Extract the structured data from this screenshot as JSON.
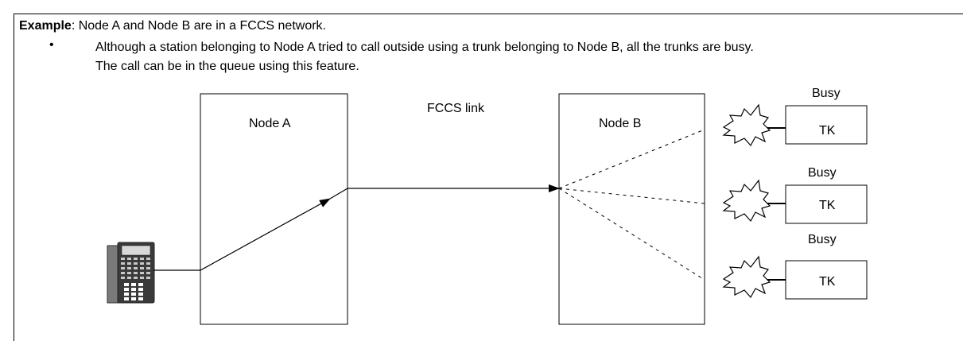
{
  "example": {
    "label": "Example",
    "text": ": Node A and Node B are in a FCCS network.",
    "bullet": "•",
    "bullet_line1": "Although a station belonging to Node A tried to call outside using a trunk belonging to Node B, all the trunks are busy.",
    "bullet_line2": "The call can be in the queue using this feature."
  },
  "diagram": {
    "node_a": "Node A",
    "node_b": "Node B",
    "link_label": "FCCS link",
    "trunks": [
      {
        "status": "Busy",
        "label": "TK"
      },
      {
        "status": "Busy",
        "label": "TK"
      },
      {
        "status": "Busy",
        "label": "TK"
      }
    ]
  }
}
